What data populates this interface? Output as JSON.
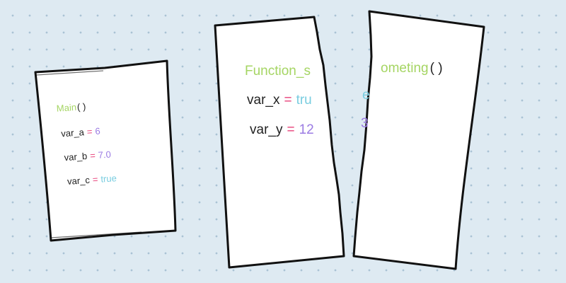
{
  "colors": {
    "background": "#deeaf2",
    "dots": "#aac3d4",
    "paper": "#ffffff",
    "outline": "#111111",
    "function_name": "#a5d563",
    "variable_name": "#222222",
    "equals": "#e8417a",
    "number": "#9b7be3",
    "boolean": "#79cde0"
  },
  "left_sheet": {
    "function_name": "Main",
    "parens": "( )",
    "lines": [
      {
        "name": "var_a",
        "eq": "=",
        "value": "6"
      },
      {
        "name": "var_b",
        "eq": "=",
        "value": "7.0"
      },
      {
        "name": "var_c",
        "eq": "=",
        "value": "true"
      }
    ]
  },
  "torn_sheet": {
    "function_left": "Function_s",
    "function_right": "ometing",
    "parens": "( )",
    "line_x": {
      "name": "var_x",
      "eq": "=",
      "value_left": "tru",
      "value_right": "e"
    },
    "line_y": {
      "name": "var_y",
      "eq": "=",
      "value_left": "12",
      "value_right": "3"
    }
  }
}
